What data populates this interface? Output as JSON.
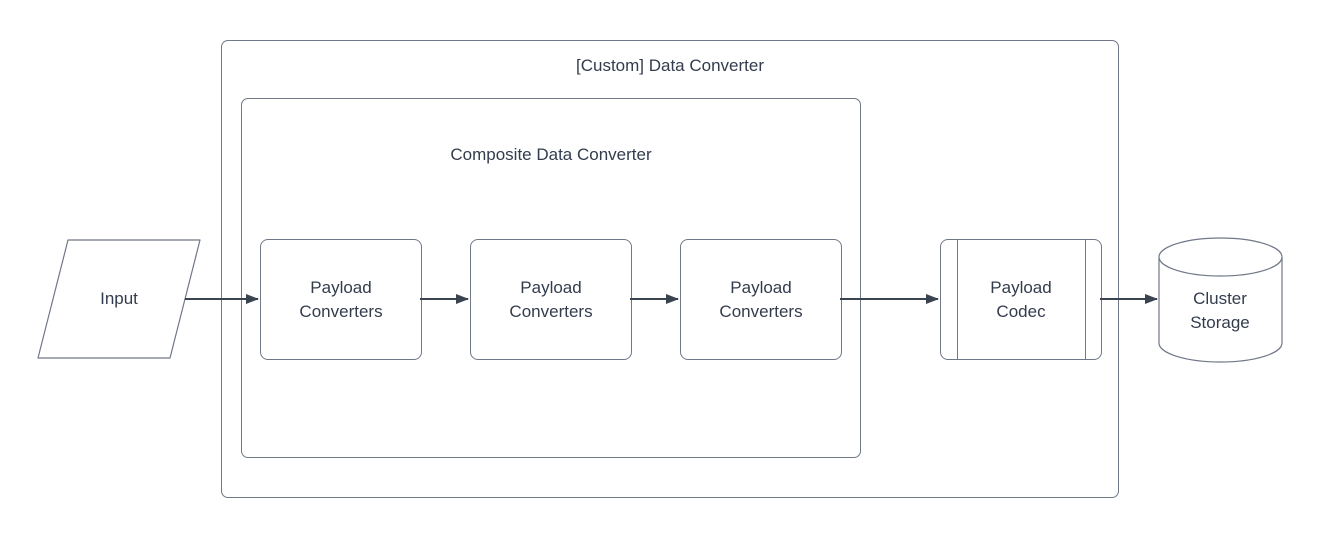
{
  "diagram": {
    "outer_container": {
      "label": "[Custom] Data Converter"
    },
    "inner_container": {
      "label": "Composite Data Converter"
    },
    "nodes": {
      "input": {
        "label": "Input",
        "shape": "parallelogram"
      },
      "converter1": {
        "label": "Payload Converters",
        "shape": "rounded-rectangle"
      },
      "converter2": {
        "label": "Payload Converters",
        "shape": "rounded-rectangle"
      },
      "converter3": {
        "label": "Payload Converters",
        "shape": "rounded-rectangle"
      },
      "codec": {
        "label": "Payload Codec",
        "shape": "predefined-process"
      },
      "storage": {
        "label": "Cluster Storage",
        "shape": "cylinder"
      }
    },
    "edges": [
      {
        "from": "input",
        "to": "converter1"
      },
      {
        "from": "converter1",
        "to": "converter2"
      },
      {
        "from": "converter2",
        "to": "converter3"
      },
      {
        "from": "converter3",
        "to": "codec"
      },
      {
        "from": "codec",
        "to": "storage"
      }
    ],
    "colors": {
      "background": "#ffffff",
      "shape_stroke": "#707786",
      "arrow": "#3a4350",
      "text": "#333c4d"
    }
  }
}
